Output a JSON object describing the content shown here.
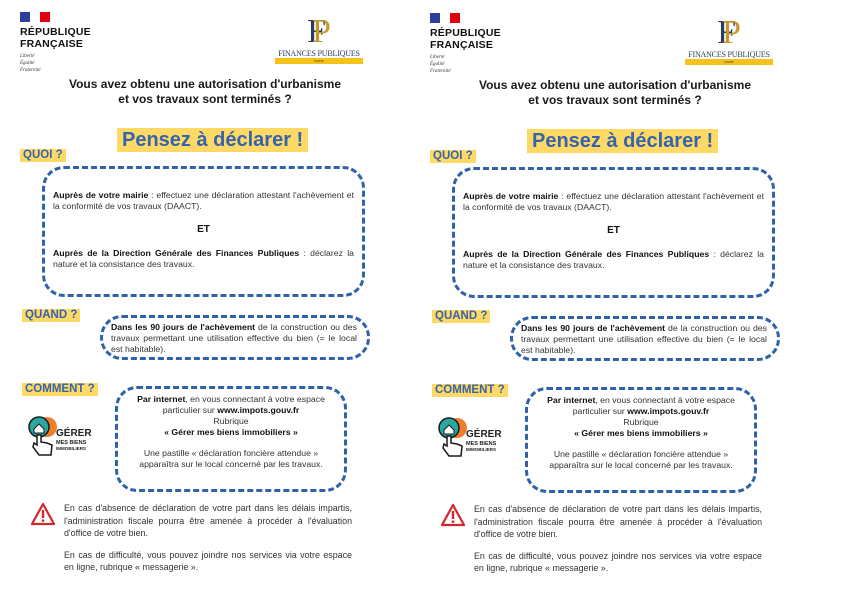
{
  "header": {
    "republique_line1": "RÉPUBLIQUE",
    "republique_line2": "FRANÇAISE",
    "motto": [
      "Liberté",
      "Égalité",
      "Fraternité"
    ],
    "finances_publiques": "FINANCES PUBLIQUES",
    "finances_subtitle": "DGFIP"
  },
  "title": {
    "line1": "Vous avez obtenu une autorisation d'urbanisme",
    "line2": "et vos travaux sont terminés ?"
  },
  "headline": "Pensez à déclarer !",
  "quoi": {
    "label": "QUOI ?",
    "mairie_bold": "Auprès de votre mairie",
    "mairie_text": " : effectuez une déclaration attestant l'achèvement et la conformité de vos travaux (DAACT).",
    "et": "ET",
    "dgfip_bold": "Auprès de la Direction Générale des Finances Publiques",
    "dgfip_text": " : déclarez la nature et la consistance des travaux."
  },
  "quand": {
    "label": "QUAND ?",
    "bold": "Dans les 90 jours de l'achèvement",
    "text": " de la construction ou des travaux permettant une utilisation effective du bien (= le local est habitable)."
  },
  "comment": {
    "label": "COMMENT ?",
    "internet_bold": "Par internet",
    "internet_text": ", en vous connectant à votre espace particulier sur ",
    "url": "www.impots.gouv.fr",
    "rubrique": "Rubrique",
    "rubrique_name": "« Gérer mes biens immobiliers »",
    "pastille": "Une pastille « déclaration foncière attendue » apparaîtra sur le local concerné par les travaux.",
    "logo_text1": "GÉRER",
    "logo_text2": "MES BIENS",
    "logo_text3": "IMMOBILIERS"
  },
  "notes": {
    "warning": "En cas d'absence de déclaration de votre part dans les délais impartis, l'administration fiscale pourra être amenée à procéder à l'évaluation d'office de votre bien.",
    "help": "En cas de difficulté, vous pouvez joindre nos services via votre espace en ligne, rubrique « messagerie »."
  },
  "colors": {
    "accent": "#2f62a8",
    "highlight": "#ffd966",
    "warning": "#d0282e"
  }
}
